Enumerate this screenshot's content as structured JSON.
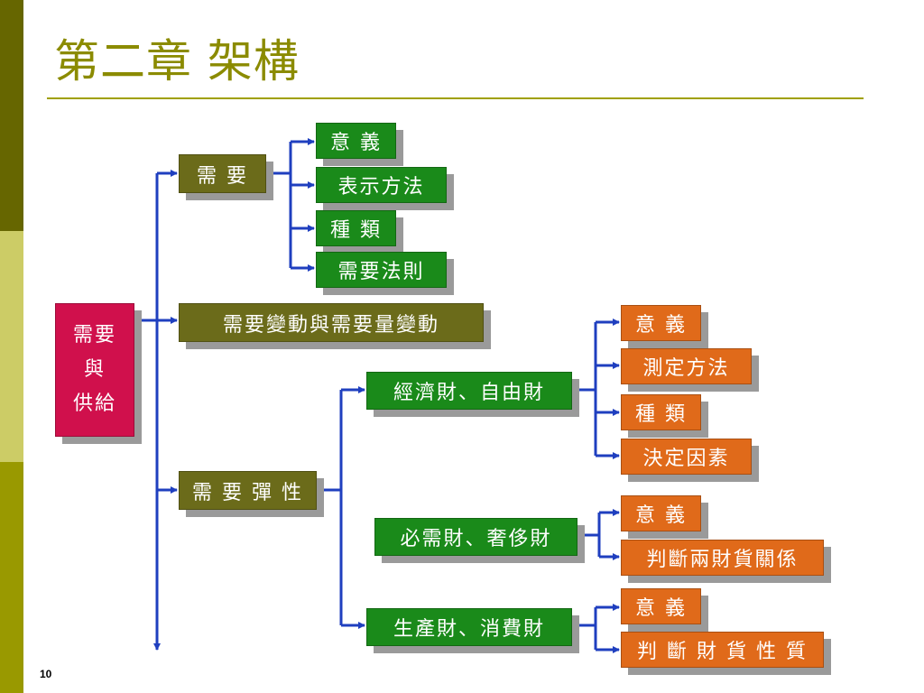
{
  "slide": {
    "title": "第二章  架構",
    "page_number": "10"
  },
  "colors": {
    "sidebar_dark": "#666600",
    "sidebar_light": "#CCCC66",
    "sidebar_mid": "#999900",
    "title": "#8B8B00",
    "connector": "#1F3FBF",
    "root_fill": "#D0104C",
    "level1_fill": "#6B6B1A",
    "level2_fill": "#1A8A1A",
    "level3_fill": "#E06A1A"
  },
  "diagram": {
    "root": {
      "lines": [
        "需要",
        "與",
        "供給"
      ]
    },
    "demand": {
      "label": "需  要",
      "children": [
        "意 義",
        "表示方法",
        "種 類",
        "需要法則"
      ]
    },
    "change": {
      "label": "需要變動與需要量變動"
    },
    "elasticity": {
      "label": "需 要 彈 性",
      "groups": [
        {
          "label": "經濟財、自由財",
          "children": [
            "意 義",
            "測定方法",
            "種 類",
            "決定因素"
          ]
        },
        {
          "label": "必需財、奢侈財",
          "children": [
            "意 義",
            "判斷兩財貨關係"
          ]
        },
        {
          "label": "生產財、消費財",
          "children": [
            "意 義",
            "判 斷 財 貨 性 質"
          ]
        }
      ]
    }
  }
}
